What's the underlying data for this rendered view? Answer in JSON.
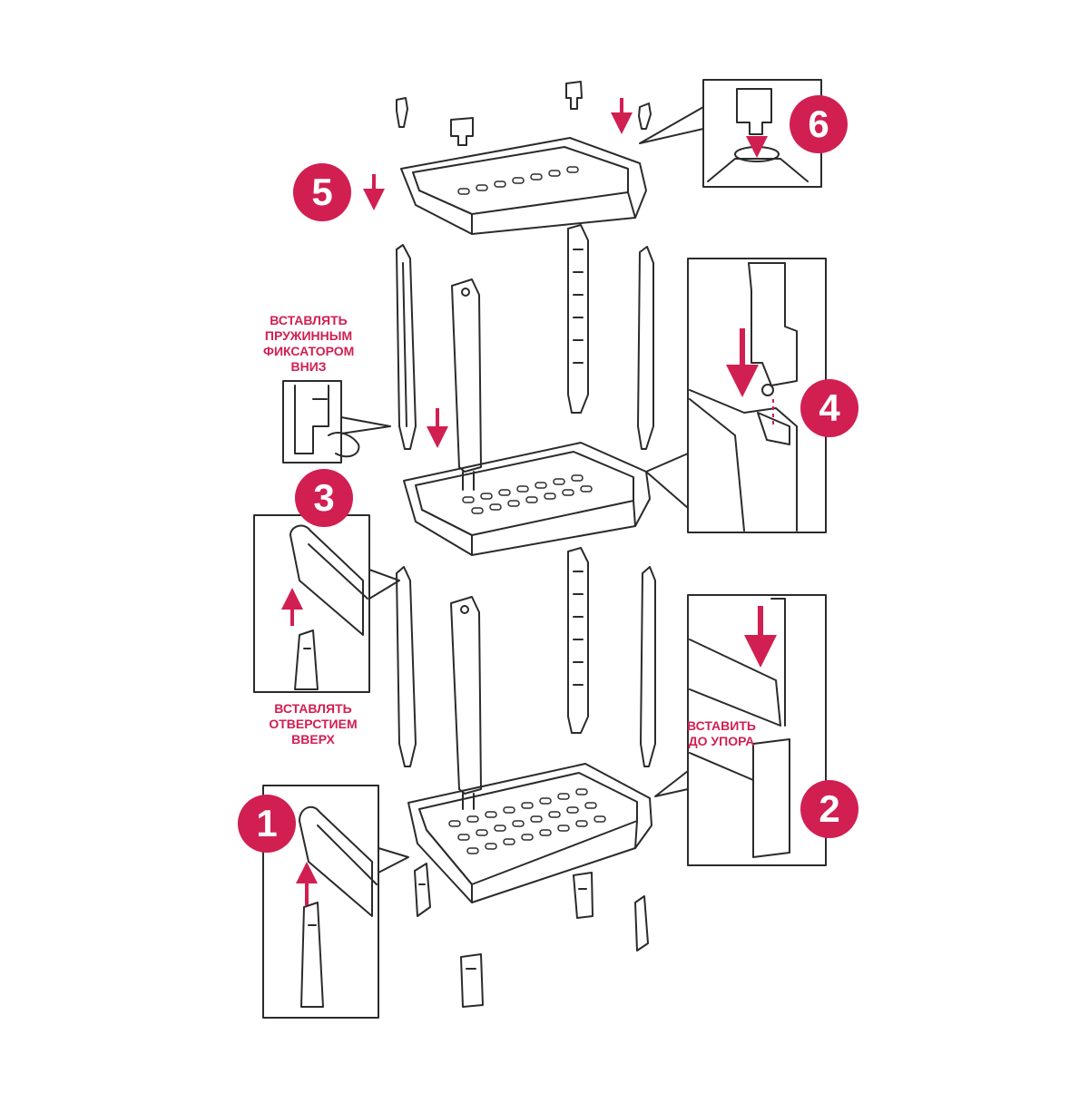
{
  "colors": {
    "accent": "#d11f52",
    "line": "#2b2b2b",
    "part_fill": "#ffffff"
  },
  "steps": [
    "1",
    "2",
    "3",
    "4",
    "5",
    "6"
  ],
  "labels": {
    "spring_latch_down": [
      "ВСТАВЛЯТЬ",
      "ПРУЖИННЫМ",
      "ФИКСАТОРОМ",
      "ВНИЗ"
    ],
    "hole_up": [
      "ВСТАВЛЯТЬ",
      "ОТВЕРСТИЕМ",
      "ВВЕРХ"
    ],
    "insert_to_stop": [
      "ВСТАВИТЬ",
      "ДО УПОРА"
    ]
  }
}
